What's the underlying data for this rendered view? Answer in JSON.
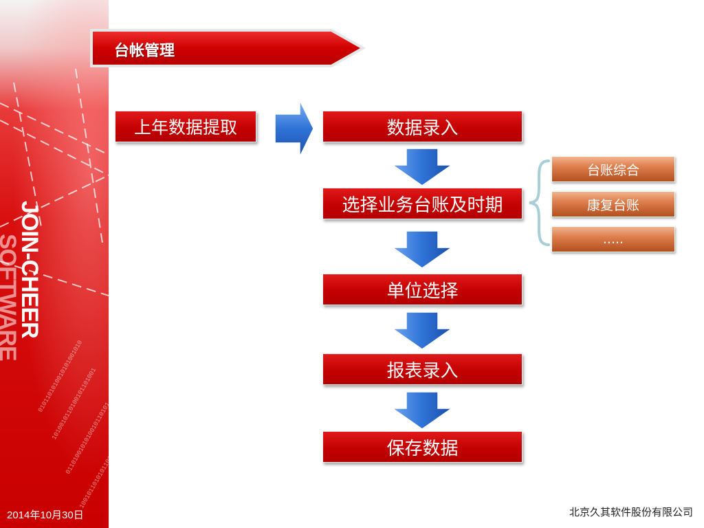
{
  "header": {
    "title": "台帐管理"
  },
  "brand": {
    "line1": "JOIN-CHEER",
    "line2": "SOFTWARE"
  },
  "flow": {
    "previous": "上年数据提取",
    "steps": [
      "数据录入",
      "选择业务台账及时期",
      "单位选择",
      "报表录入",
      "保存数据"
    ],
    "options": [
      "台账综合",
      "康复台账",
      "....."
    ]
  },
  "footer": {
    "date": "2014年10月30日",
    "company": "北京久其软件股份有限公司"
  },
  "colors": {
    "box_red": "#c40000",
    "option_orange": "#d27a46",
    "arrow_blue": "#2f73d8",
    "brace": "#a9cfd6"
  }
}
